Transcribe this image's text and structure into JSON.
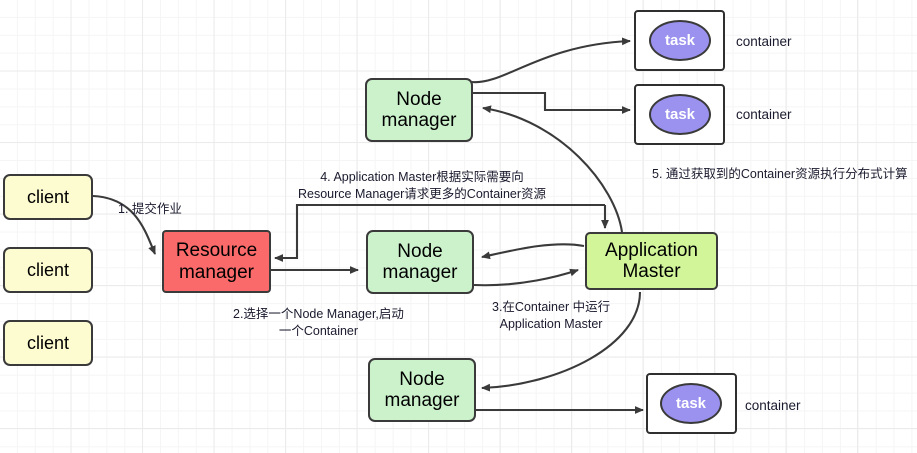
{
  "diagram": {
    "title": "YARN Resource Manager workflow",
    "colors": {
      "client_fill": "#fdfbd0",
      "resource_manager_fill": "#fa6a6a",
      "node_manager_fill": "#ccf2cc",
      "application_master_fill": "#d2f59a",
      "task_fill": "#9b92ef",
      "stroke": "#3a3a3a",
      "grid": "#ebebeb",
      "canvas": "#ffffff"
    },
    "clients": [
      {
        "label": "client"
      },
      {
        "label": "client"
      },
      {
        "label": "client"
      }
    ],
    "resource_manager": {
      "line1": "Resource",
      "line2": "manager"
    },
    "node_managers": [
      {
        "line1": "Node",
        "line2": "manager"
      },
      {
        "line1": "Node",
        "line2": "manager"
      },
      {
        "line1": "Node",
        "line2": "manager"
      }
    ],
    "application_master": {
      "line1": "Application",
      "line2": "Master"
    },
    "containers": [
      {
        "task_label": "task",
        "caption": "container"
      },
      {
        "task_label": "task",
        "caption": "container"
      },
      {
        "task_label": "task",
        "caption": "container"
      }
    ],
    "edge_labels": {
      "step1": "1. 提交作业",
      "step2_line1": "2.选择一个Node Manager,启动",
      "step2_line2": "一个Container",
      "step3_line1": "3.在Container 中运行",
      "step3_line2": "Application Master",
      "step4_line1": "4. Application Master根据实际需要向",
      "step4_line2": "Resource Manager请求更多的Container资源",
      "step5": "5. 通过获取到的Container资源执行分布式计算"
    }
  }
}
